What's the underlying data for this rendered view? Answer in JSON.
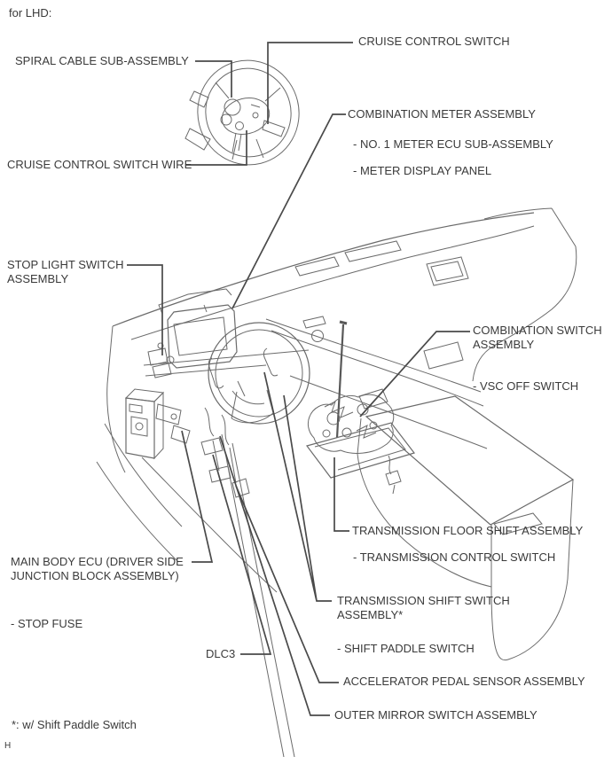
{
  "page": {
    "variant_note": "for LHD:",
    "footnote": "*: w/ Shift Paddle Switch",
    "page_mark": "H"
  },
  "colors": {
    "background": "#ffffff",
    "artwork_line": "#6b6b6b",
    "leader_line": "#4a4a4a",
    "label_text": "#3a3a3a"
  },
  "figure": {
    "description": "Component location diagram: steering wheel detail (top) and left-hand-drive instrument panel perspective view with center console and shift assembly",
    "callouts": [
      "CRUISE CONTROL SWITCH",
      "SPIRAL CABLE SUB-ASSEMBLY",
      "CRUISE CONTROL SWITCH WIRE",
      "COMBINATION METER ASSEMBLY",
      "- NO. 1 METER ECU SUB-ASSEMBLY",
      "- METER DISPLAY PANEL",
      "STOP LIGHT SWITCH ASSEMBLY",
      "COMBINATION SWITCH ASSEMBLY",
      "- VSC OFF SWITCH",
      "TRANSMISSION FLOOR SHIFT ASSEMBLY",
      "- TRANSMISSION CONTROL SWITCH",
      "MAIN BODY ECU (DRIVER SIDE JUNCTION BLOCK ASSEMBLY)",
      "- STOP FUSE",
      "DLC3",
      "TRANSMISSION SHIFT SWITCH ASSEMBLY*",
      "- SHIFT PADDLE SWITCH",
      "ACCELERATOR PEDAL SENSOR ASSEMBLY",
      "OUTER MIRROR SWITCH ASSEMBLY"
    ]
  },
  "labels": [
    {
      "text": "for LHD:"
    },
    {
      "text": "CRUISE CONTROL SWITCH"
    },
    {
      "text": "SPIRAL CABLE SUB-ASSEMBLY"
    },
    {
      "text": "CRUISE CONTROL SWITCH WIRE"
    },
    {
      "text": "COMBINATION METER ASSEMBLY"
    },
    {
      "text": "- NO. 1 METER ECU SUB-ASSEMBLY"
    },
    {
      "text": "- METER DISPLAY PANEL"
    },
    {
      "text": "STOP LIGHT SWITCH"
    },
    {
      "text": "ASSEMBLY"
    },
    {
      "text": "COMBINATION SWITCH"
    },
    {
      "text": "ASSEMBLY"
    },
    {
      "text": "- VSC OFF SWITCH"
    },
    {
      "text": "TRANSMISSION FLOOR SHIFT ASSEMBLY"
    },
    {
      "text": "- TRANSMISSION CONTROL SWITCH"
    },
    {
      "text": "MAIN BODY ECU (DRIVER SIDE"
    },
    {
      "text": "JUNCTION BLOCK ASSEMBLY)"
    },
    {
      "text": "- STOP FUSE"
    },
    {
      "text": "DLC3"
    },
    {
      "text": "TRANSMISSION SHIFT SWITCH"
    },
    {
      "text": "ASSEMBLY*"
    },
    {
      "text": "- SHIFT PADDLE SWITCH"
    },
    {
      "text": "ACCELERATOR PEDAL SENSOR ASSEMBLY"
    },
    {
      "text": "OUTER MIRROR SWITCH ASSEMBLY"
    },
    {
      "text": "*: w/ Shift Paddle Switch"
    },
    {
      "text": "H"
    }
  ]
}
